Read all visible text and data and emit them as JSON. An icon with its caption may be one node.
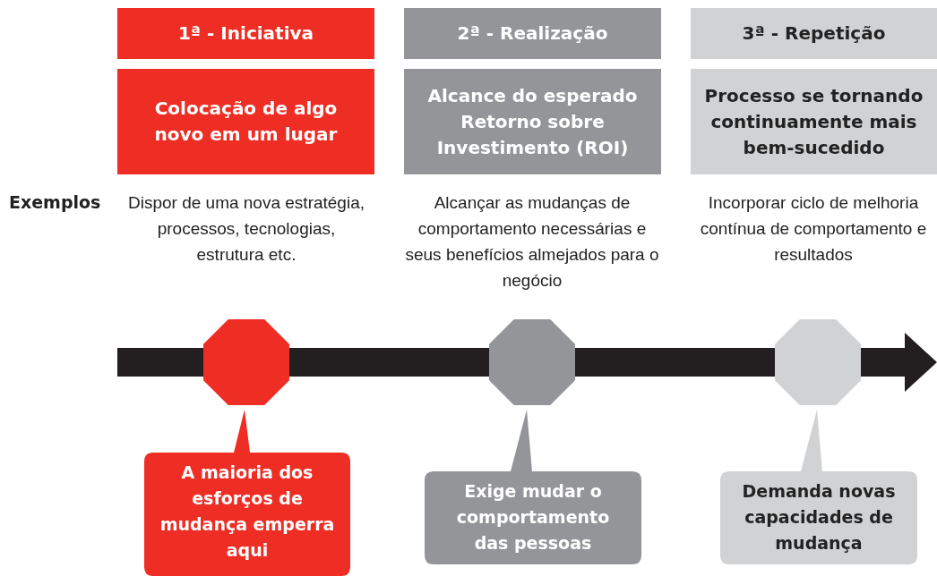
{
  "diagram": {
    "nodes": [
      {
        "text": [
          "1ª - Iniciativa"
        ]
      },
      {
        "text": [
          "2ª - Realização"
        ]
      },
      {
        "text": [
          "3ª - Repetição"
        ]
      },
      {
        "text": [
          "Colocação de algo novo em um lugar"
        ]
      },
      {
        "text": [
          "Alcance do esperado Retorno sobre Investimento (ROI)"
        ]
      },
      {
        "text": [
          "Processo se tornando continuamente mais bem-sucedido"
        ]
      },
      {
        "text": [],
        "shape": "octagon"
      },
      {
        "text": [],
        "shape": "octagon"
      },
      {
        "text": [],
        "shape": "octagon"
      },
      {
        "text": [
          "A maioria dos esforços de mudança emperra aqui"
        ]
      },
      {
        "text": [
          "Exige mudar o comportamento das pessoas"
        ]
      },
      {
        "text": [
          "Demanda novas capacidades de mudança"
        ]
      }
    ],
    "edges": [],
    "labels": [
      "Exemplos",
      "Dispor de uma nova estratégia, processos, tecnologias, estrutura etc.",
      "Alcançar as mudanças de comportamento necessárias e seus benefícios almejados para o negócio",
      "Incorporar ciclo de melhoria contínua de comportamento e resultados"
    ]
  }
}
